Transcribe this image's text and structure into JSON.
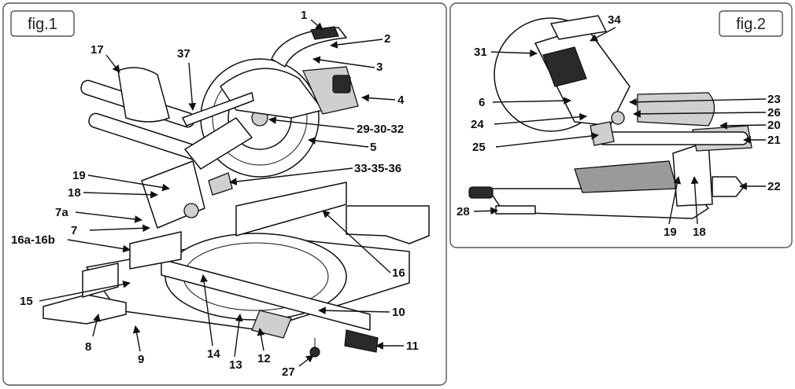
{
  "figures": {
    "fig1": {
      "tag": "fig.1",
      "labels": [
        "1",
        "2",
        "3",
        "4",
        "5",
        "7",
        "7a",
        "8",
        "9",
        "10",
        "11",
        "12",
        "13",
        "14",
        "15",
        "16",
        "16a-16b",
        "17",
        "18",
        "19",
        "27",
        "29-30-32",
        "33-35-36",
        "37"
      ]
    },
    "fig2": {
      "tag": "fig.2",
      "labels": [
        "6",
        "18",
        "19",
        "20",
        "21",
        "22",
        "23",
        "24",
        "25",
        "26",
        "28",
        "31",
        "34"
      ]
    }
  },
  "colors": {
    "line": "#111111",
    "shade": "#2a2a2a",
    "frame": "#555555"
  }
}
